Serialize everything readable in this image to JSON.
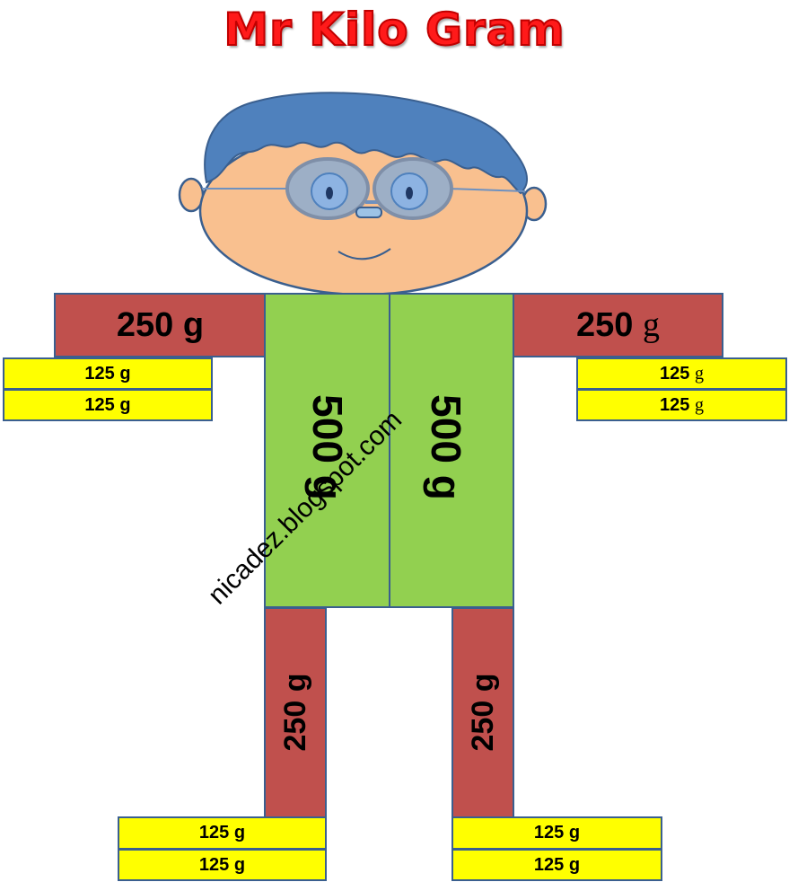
{
  "title": "Mr Kilo Gram",
  "colors": {
    "title_red": "#ff1a1a",
    "hair_blue": "#4f81bd",
    "skin": "#f9c08f",
    "block_brown": "#c0504d",
    "block_green": "#92d050",
    "block_yellow": "#ffff00",
    "outline": "#3a5f8f"
  },
  "icons": {
    "head": "cartoon-head-icon",
    "glasses": "glasses-icon"
  },
  "arms": {
    "left": {
      "label_num": "250",
      "label_unit": "g"
    },
    "right": {
      "label_num": "250",
      "label_unit": "g"
    }
  },
  "hands": {
    "left": [
      {
        "num": "125",
        "unit": "g"
      },
      {
        "num": "125",
        "unit": "g"
      }
    ],
    "right": [
      {
        "num": "125",
        "unit": "g"
      },
      {
        "num": "125",
        "unit": "g"
      }
    ]
  },
  "body": {
    "left": "500 g",
    "right": "500 g"
  },
  "legs": {
    "left": "250 g",
    "right": "250 g"
  },
  "feet": {
    "left": [
      {
        "num": "125",
        "unit": "g"
      },
      {
        "num": "125",
        "unit": "g"
      }
    ],
    "right": [
      {
        "num": "125",
        "unit": "g"
      },
      {
        "num": "125",
        "unit": "g"
      }
    ]
  },
  "watermark": "nicadez.blogspot.com"
}
